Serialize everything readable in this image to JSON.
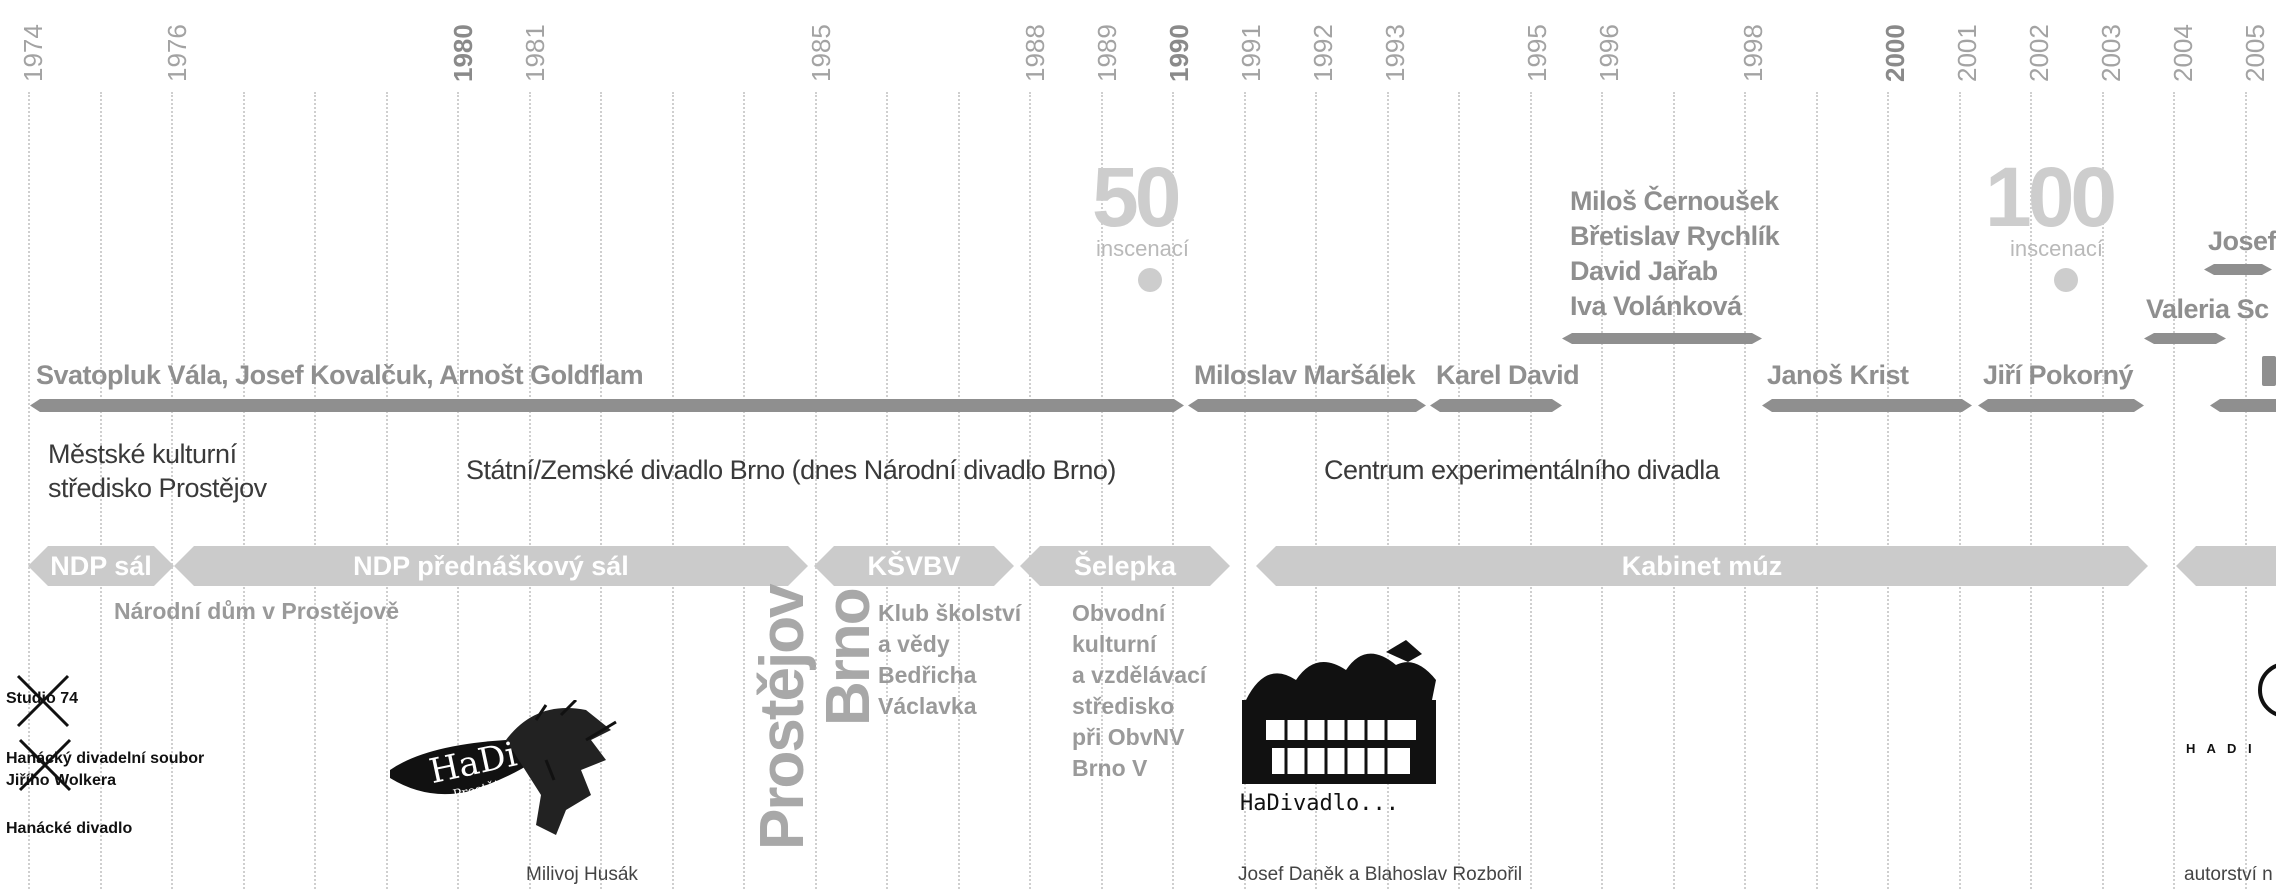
{
  "years": [
    "1974",
    "1976",
    "1980",
    "1981",
    "1985",
    "1988",
    "1989",
    "1990",
    "1991",
    "1992",
    "1993",
    "1995",
    "1996",
    "1998",
    "2000",
    "2001",
    "2002",
    "2003",
    "2004",
    "2005"
  ],
  "bold_years": [
    "1980",
    "1990",
    "2000"
  ],
  "milestones": [
    {
      "number": "50",
      "label": "inscenací"
    },
    {
      "number": "100",
      "label": "inscenací"
    }
  ],
  "people": {
    "founders": "Svatopluk Vála, Josef Kovalčuk, Arnošt Goldflam",
    "marsalek": "Miloslav Maršálek",
    "david": "Karel David",
    "group1996": [
      "Miloš Černoušek",
      "Břetislav Rychlík",
      "David Jařab",
      "Iva Volánková"
    ],
    "krist": "Janoš Krist",
    "pokorny": "Jiří Pokorný",
    "josef_cut": "Josef",
    "valeria_cut": "Valeria Sc"
  },
  "institutions": {
    "mks_prostejov": "Městské kulturní\nstředisko Prostějov",
    "statni": "Státní/Zemské divadlo Brno  (dnes Národní divadlo Brno)",
    "cen_exp": "Centrum experimentálního divadla"
  },
  "venues": [
    {
      "label": "NDP sál"
    },
    {
      "label": "NDP přednáškový sál"
    },
    {
      "label": "KŠVBV"
    },
    {
      "label": "Šelepka"
    },
    {
      "label": "Kabinet múz"
    }
  ],
  "venue_notes": {
    "ndp": "Národní dům v Prostějově",
    "prostejov": "Prostějov",
    "brno": "Brno",
    "ksvbv": "Klub školství\na vědy\nBedřicha\nVáclavka",
    "selepka": "Obvodní\nkulturní\na vzdělávací\nstředisko\npři ObvNV\nBrno V"
  },
  "ensembles": [
    "Studio 74",
    "Hanácký divadelní soubor\nJiřího Wolkera",
    "Hanácké divadlo"
  ],
  "logos": {
    "hadi_wing_text": "HaDi",
    "hadi_wing_sub": "Prostějov",
    "hadivadlo": "HaDivadlo...",
    "hadi_right": "H A D I"
  },
  "credits": {
    "husak": "Milivoj Husák",
    "danek": "Josef Daněk a Blahoslav Rozbořil",
    "autorstvi": "autorství n"
  }
}
